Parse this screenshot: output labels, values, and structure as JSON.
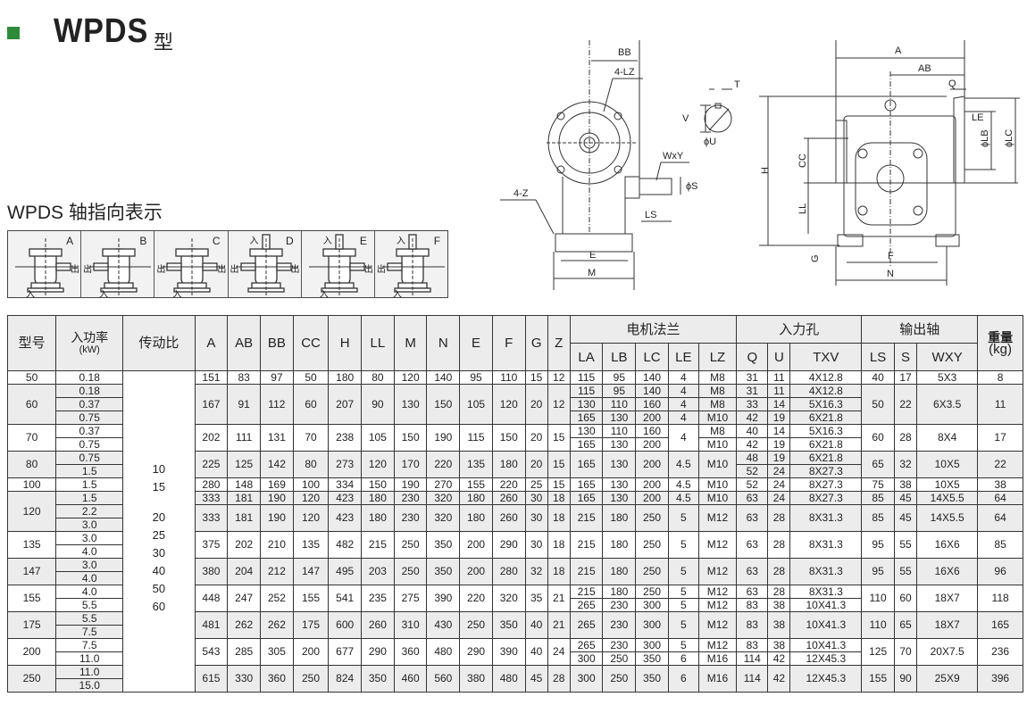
{
  "header": {
    "title": "WPDS",
    "title_suffix": "型",
    "accent": "#2e8b3a"
  },
  "orientation": {
    "title": "WPDS 轴指向表示",
    "items": [
      {
        "letter": "A",
        "in": "入",
        "out": "出"
      },
      {
        "letter": "B",
        "in": "入",
        "out": "出"
      },
      {
        "letter": "C",
        "in": "入",
        "out": "出",
        "out2": "出"
      },
      {
        "letter": "D",
        "in": "入",
        "out": "出",
        "out2": "出"
      },
      {
        "letter": "E",
        "in": "入",
        "out": "出",
        "in2": "入"
      },
      {
        "letter": "F",
        "in": "入",
        "out": "出",
        "in2": "入"
      }
    ]
  },
  "diagram": {
    "labels": {
      "BB": "BB",
      "LZ": "4-LZ",
      "WXY": "WxY",
      "S": "ϕS",
      "LS": "LS",
      "Z": "4-Z",
      "E": "E",
      "M": "M",
      "T": "T",
      "V": "V",
      "U": "ϕU",
      "A": "A",
      "AB": "AB",
      "Q": "Q",
      "LE": "LE",
      "LB": "ϕLB",
      "LC": "ϕLC",
      "H": "H",
      "CC": "CC",
      "LL": "LL",
      "G": "G",
      "F": "F",
      "N": "N"
    }
  },
  "table": {
    "headers": {
      "model": "型号",
      "power": "入功率",
      "power_unit": "(kW)",
      "ratio": "传动比",
      "flange": "电机法兰",
      "input": "入力孔",
      "output": "输出轴",
      "weight": "重量",
      "weight_unit": "(kg)"
    },
    "dim_headers": [
      "A",
      "AB",
      "BB",
      "CC",
      "H",
      "LL",
      "M",
      "N",
      "E",
      "F",
      "G",
      "Z"
    ],
    "flange_headers": [
      "LA",
      "LB",
      "LC",
      "LE",
      "LZ"
    ],
    "input_headers": [
      "Q",
      "U",
      "TXV"
    ],
    "output_headers": [
      "LS",
      "S",
      "WXY"
    ],
    "ratios": [
      "10",
      "15",
      "20",
      "25",
      "30",
      "40",
      "50",
      "60"
    ],
    "model_spans": [
      1,
      3,
      2,
      2,
      1,
      3,
      2,
      2,
      2,
      2,
      2,
      2
    ],
    "models": [
      "50",
      "60",
      "70",
      "80",
      "100",
      "120",
      "135",
      "147",
      "155",
      "175",
      "200",
      "250"
    ],
    "powers": [
      "0.18",
      "0.18",
      "0.37",
      "0.75",
      "0.37",
      "0.75",
      "0.75",
      "1.5",
      "1.5",
      "1.5",
      "2.2",
      "3.0",
      "3.0",
      "4.0",
      "3.0",
      "4.0",
      "4.0",
      "5.5",
      "5.5",
      "7.5",
      "7.5",
      "11.0",
      "11.0",
      "15.0"
    ],
    "main_spans": [
      1,
      3,
      2,
      2,
      1,
      1,
      2,
      2,
      2,
      2,
      2,
      2,
      2
    ],
    "dims": {
      "A": [
        "151",
        "167",
        "202",
        "225",
        "280",
        "333",
        "333",
        "375",
        "380",
        "448",
        "481",
        "543",
        "615"
      ],
      "AB": [
        "83",
        "91",
        "111",
        "125",
        "148",
        "181",
        "181",
        "202",
        "204",
        "247",
        "262",
        "285",
        "330"
      ],
      "BB": [
        "97",
        "112",
        "131",
        "142",
        "169",
        "190",
        "190",
        "210",
        "212",
        "252",
        "262",
        "305",
        "360"
      ],
      "CC": [
        "50",
        "60",
        "70",
        "80",
        "100",
        "120",
        "120",
        "135",
        "147",
        "155",
        "175",
        "200",
        "250"
      ],
      "H": [
        "180",
        "207",
        "238",
        "273",
        "334",
        "423",
        "423",
        "482",
        "495",
        "541",
        "600",
        "677",
        "824"
      ],
      "LL": [
        "80",
        "90",
        "105",
        "120",
        "150",
        "180",
        "180",
        "215",
        "203",
        "235",
        "260",
        "290",
        "350"
      ],
      "M": [
        "120",
        "130",
        "150",
        "170",
        "190",
        "230",
        "230",
        "250",
        "250",
        "275",
        "310",
        "360",
        "460"
      ],
      "N": [
        "140",
        "150",
        "190",
        "220",
        "270",
        "320",
        "320",
        "350",
        "350",
        "390",
        "430",
        "480",
        "560"
      ],
      "E": [
        "95",
        "105",
        "115",
        "135",
        "155",
        "180",
        "180",
        "200",
        "200",
        "220",
        "250",
        "290",
        "380"
      ],
      "F": [
        "110",
        "120",
        "150",
        "180",
        "220",
        "260",
        "260",
        "290",
        "280",
        "320",
        "350",
        "390",
        "480"
      ],
      "G": [
        "15",
        "20",
        "20",
        "20",
        "25",
        "30",
        "30",
        "30",
        "32",
        "35",
        "40",
        "40",
        "45"
      ],
      "Z": [
        "12",
        "12",
        "15",
        "15",
        "15",
        "18",
        "18",
        "18",
        "18",
        "21",
        "21",
        "24",
        "28"
      ]
    },
    "flange_spans": [
      1,
      1,
      1,
      1,
      1,
      1,
      2,
      1,
      1,
      2,
      2,
      2,
      1,
      1,
      2,
      1,
      1,
      2
    ],
    "flange": {
      "LA": [
        "115",
        "115",
        "130",
        "165",
        "130",
        "165",
        "165",
        "165",
        "165",
        "215",
        "215",
        "215",
        "215",
        "265",
        "265",
        "265",
        "300",
        "300"
      ],
      "LB": [
        "95",
        "95",
        "110",
        "130",
        "110",
        "130",
        "130",
        "130",
        "130",
        "180",
        "180",
        "180",
        "180",
        "230",
        "230",
        "230",
        "250",
        "250"
      ],
      "LC": [
        "140",
        "140",
        "160",
        "200",
        "160",
        "200",
        "200",
        "200",
        "200",
        "250",
        "250",
        "250",
        "250",
        "300",
        "300",
        "300",
        "350",
        "350"
      ],
      "LZ": [
        "M8",
        "M8",
        "M8",
        "M10",
        "M8",
        "M10",
        "M10",
        "M10",
        "M10",
        "M12",
        "M12",
        "M12",
        "M12",
        "M12",
        "M12",
        "M12",
        "M16",
        "M16"
      ]
    },
    "le_spans": [
      1,
      1,
      1,
      1,
      2,
      2,
      1,
      1,
      2,
      2,
      2,
      1,
      1,
      2,
      1,
      1,
      2
    ],
    "LE": [
      "4",
      "4",
      "4",
      "4",
      "4",
      "4.5",
      "4.5",
      "4.5",
      "5",
      "5",
      "5",
      "5",
      "5",
      "5",
      "5",
      "6",
      "6"
    ],
    "input_spans": [
      1,
      1,
      1,
      1,
      1,
      1,
      1,
      1,
      1,
      1,
      2,
      2,
      2,
      1,
      1,
      2,
      1,
      1,
      2
    ],
    "input": {
      "Q": [
        "31",
        "31",
        "33",
        "42",
        "40",
        "42",
        "48",
        "52",
        "52",
        "63",
        "63",
        "63",
        "63",
        "63",
        "83",
        "83",
        "83",
        "114",
        "114"
      ],
      "U": [
        "11",
        "11",
        "14",
        "19",
        "14",
        "19",
        "19",
        "24",
        "24",
        "24",
        "28",
        "28",
        "28",
        "28",
        "38",
        "38",
        "38",
        "42",
        "42"
      ],
      "TXV": [
        "4X12.8",
        "4X12.8",
        "5X16.3",
        "6X21.8",
        "5X16.3",
        "6X21.8",
        "6X21.8",
        "8X27.3",
        "8X27.3",
        "8X27.3",
        "8X31.3",
        "8X31.3",
        "8X31.3",
        "8X31.3",
        "10X41.3",
        "10X41.3",
        "10X41.3",
        "12X45.3",
        "12X45.3"
      ]
    },
    "output": {
      "LS": [
        "40",
        "50",
        "60",
        "65",
        "75",
        "85",
        "85",
        "95",
        "95",
        "110",
        "110",
        "125",
        "155"
      ],
      "S": [
        "17",
        "22",
        "28",
        "32",
        "38",
        "45",
        "45",
        "55",
        "55",
        "60",
        "65",
        "70",
        "90"
      ],
      "WXY": [
        "5X3",
        "6X3.5",
        "8X4",
        "10X5",
        "10X5",
        "14X5.5",
        "14X5.5",
        "16X6",
        "16X6",
        "18X7",
        "18X7",
        "20X7.5",
        "25X9"
      ]
    },
    "weight": [
      "8",
      "11",
      "17",
      "22",
      "38",
      "64",
      "64",
      "85",
      "96",
      "118",
      "165",
      "236",
      "396"
    ]
  }
}
